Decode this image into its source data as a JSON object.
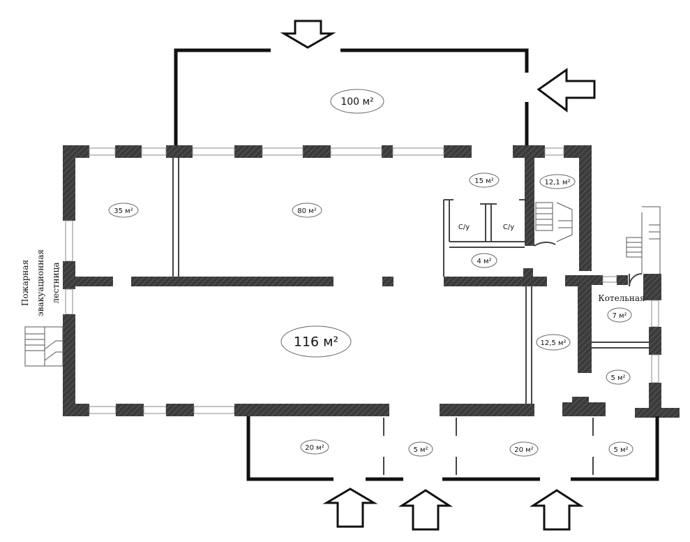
{
  "plan": {
    "rooms": [
      {
        "id": "terrace-top",
        "area": "100 м²",
        "size": "mid"
      },
      {
        "id": "room-35",
        "area": "35 м²",
        "size": "small"
      },
      {
        "id": "room-80",
        "area": "80 м²",
        "size": "small"
      },
      {
        "id": "room-15",
        "area": "15 м²",
        "size": "small"
      },
      {
        "id": "room-12-1",
        "area": "12,1 м²",
        "size": "small"
      },
      {
        "id": "room-4",
        "area": "4 м²",
        "size": "small"
      },
      {
        "id": "main-hall",
        "area": "116 м²",
        "size": "big"
      },
      {
        "id": "room-12-5",
        "area": "12,5 м²",
        "size": "small"
      },
      {
        "id": "room-7",
        "area": "7 м²",
        "size": "small"
      },
      {
        "id": "room-5-right",
        "area": "5 м²",
        "size": "small"
      },
      {
        "id": "porch-20-left",
        "area": "20 м²",
        "size": "small"
      },
      {
        "id": "porch-5-mid",
        "area": "5 м²",
        "size": "small"
      },
      {
        "id": "porch-20-right",
        "area": "20 м²",
        "size": "small"
      },
      {
        "id": "porch-5-right",
        "area": "5 м²",
        "size": "small"
      }
    ],
    "wc_labels": [
      "С/у",
      "С/у"
    ],
    "boiler_room_label": "Котельная",
    "fire_stair_label": [
      "Пожарная",
      "эвакуационная",
      "лестница"
    ]
  }
}
